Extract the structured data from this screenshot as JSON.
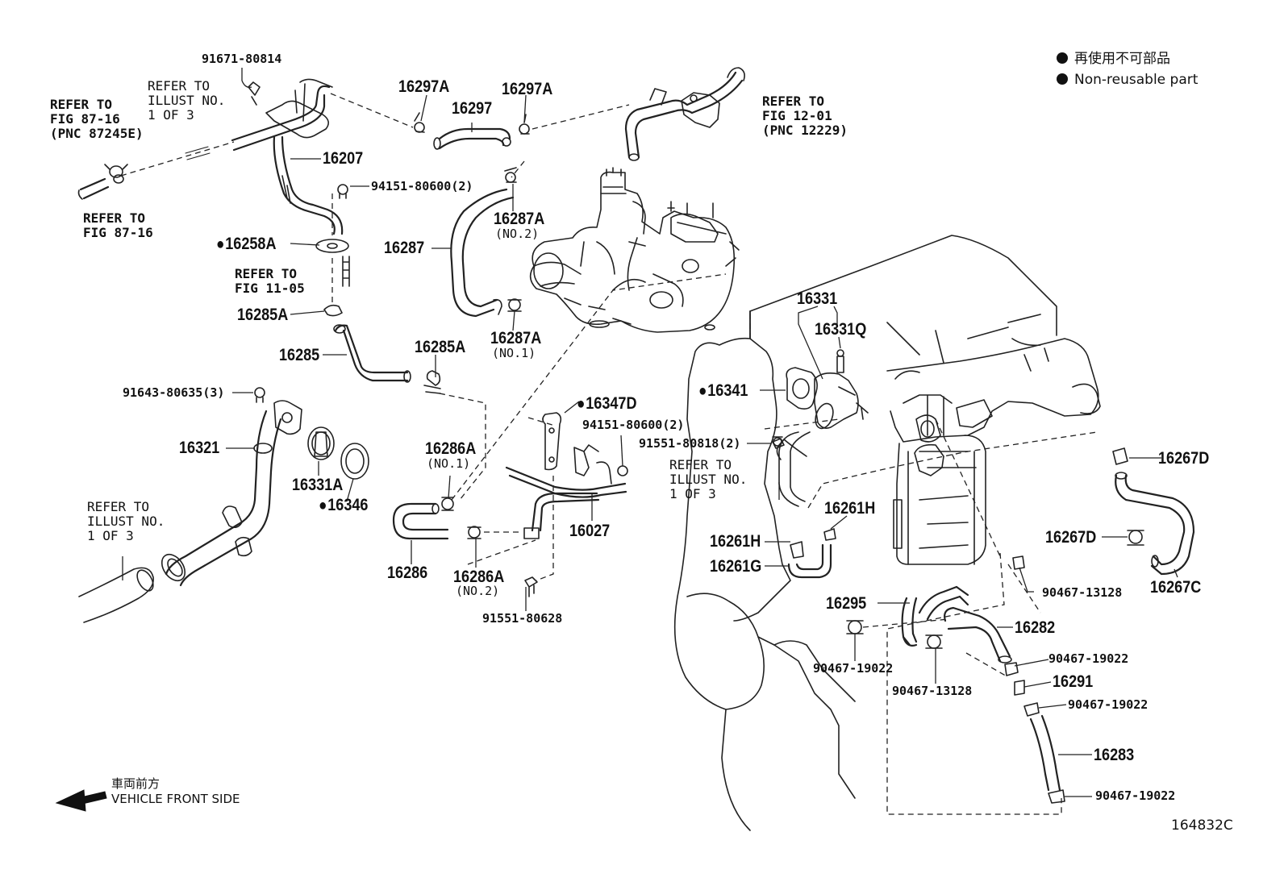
{
  "legend": {
    "line1": "再使用不可部品",
    "line2": "Non-reusable part"
  },
  "front": {
    "jp": "車両前方",
    "en": "VEHICLE FRONT SIDE"
  },
  "diagram_code": "164832C",
  "refs": {
    "r1": "REFER TO\nFIG 87-16\n(PNC 87245E)",
    "r2": "REFER TO\nILLUST NO.\n1 OF 3",
    "r3": "REFER TO\nFIG 87-16",
    "r4": "REFER TO\nFIG 11-05",
    "r5": "REFER TO\nFIG 12-01\n(PNC 12229)",
    "r6": "REFER TO\nILLUST NO.\n1 OF 3",
    "r7": "REFER TO\nILLUST NO.\n1 OF 3"
  },
  "parts": {
    "p91671": "91671-80814",
    "p16207": "16207",
    "p94151a": "94151-80600(2)",
    "p16258A": "16258A",
    "p16285A_1": "16285A",
    "p16285": "16285",
    "p16297A_1": "16297A",
    "p16297": "16297",
    "p16297A_2": "16297A",
    "p16287A_no2": "16287A",
    "no2_a": "(NO.2)",
    "p16287": "16287",
    "p16287A_no1": "16287A",
    "no1_a": "(NO.1)",
    "p16285A_2": "16285A",
    "p91643": "91643-80635(3)",
    "p16321": "16321",
    "p16331A": "16331A",
    "p16346": "16346",
    "p16347D": "16347D",
    "p94151b": "94151-80600(2)",
    "p16286A_no1": "16286A",
    "no1_b": "(NO.1)",
    "p16286": "16286",
    "p16286A_no2": "16286A",
    "no2_b": "(NO.2)",
    "p16027": "16027",
    "p91551_628": "91551-80628",
    "p16331": "16331",
    "p16331Q": "16331Q",
    "p16341": "16341",
    "p91551_818": "91551-80818(2)",
    "p16261H_1": "16261H",
    "p16261H_2": "16261H",
    "p16261G": "16261G",
    "p16267D_1": "16267D",
    "p16267D_2": "16267D",
    "p16267C": "16267C",
    "p90467_13128a": "90467-13128",
    "p16295": "16295",
    "p16282": "16282",
    "p90467_19022a": "90467-19022",
    "p90467_19022b": "90467-19022",
    "p90467_13128b": "90467-13128",
    "p16291": "16291",
    "p90467_19022c": "90467-19022",
    "p16283": "16283",
    "p90467_19022d": "90467-19022"
  }
}
